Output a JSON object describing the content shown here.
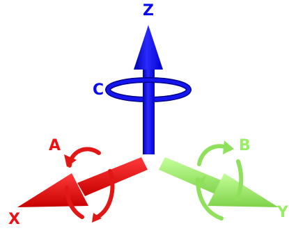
{
  "axes": {
    "x": {
      "label": "X",
      "color": "#ee1111"
    },
    "y": {
      "label": "Y",
      "color": "#99ee66"
    },
    "z": {
      "label": "Z",
      "color": "#0a0af0"
    }
  },
  "rotations": {
    "a": {
      "label": "A",
      "axis": "X",
      "color": "#ee1111"
    },
    "b": {
      "label": "B",
      "axis": "Y",
      "color": "#99ee66"
    },
    "c": {
      "label": "C",
      "axis": "Z",
      "color": "#0a0af0"
    }
  }
}
